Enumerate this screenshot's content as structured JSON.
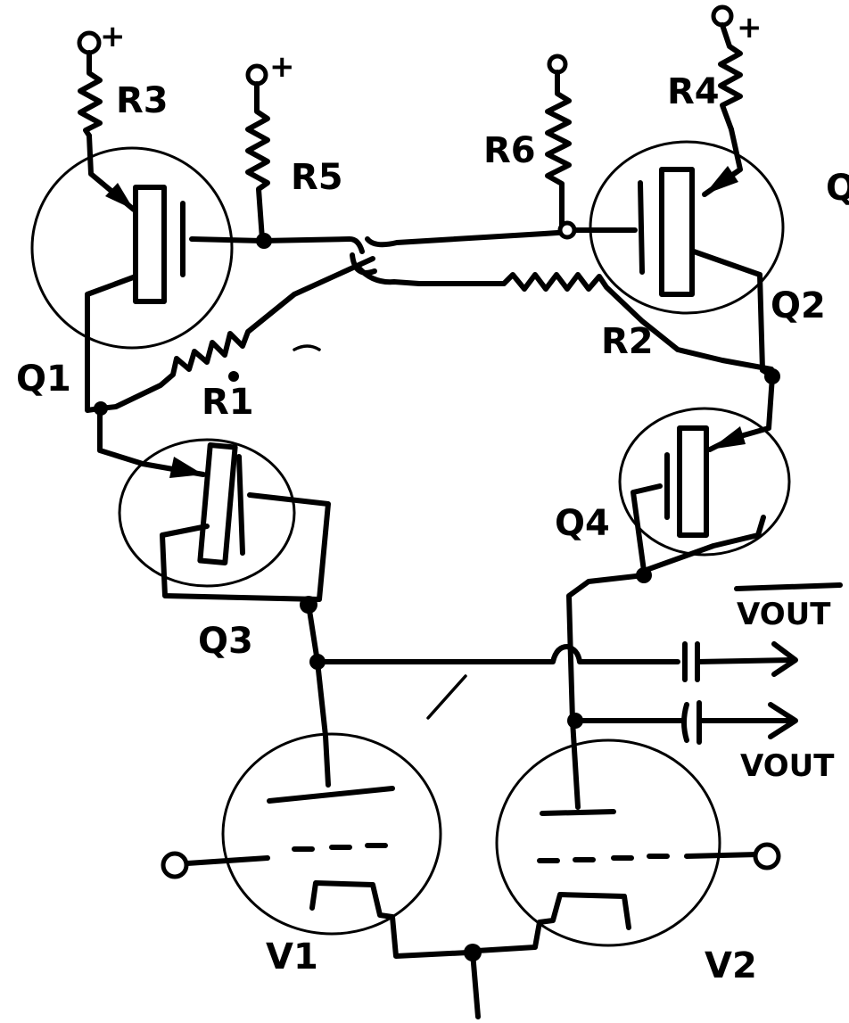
{
  "terminals": {
    "r3_supply": "+",
    "r5_supply": "+",
    "r4_supply": "+"
  },
  "resistors": {
    "r1": "R1",
    "r2": "R2",
    "r3": "R3",
    "r4": "R4",
    "r5": "R5",
    "r6": "R6"
  },
  "devices": {
    "q1": "Q1",
    "q2": "Q2",
    "q3": "Q3",
    "q4": "Q4",
    "v1": "V1",
    "v2": "V2",
    "q_cut": "Q"
  },
  "outputs": {
    "vout_bar": "VOUT",
    "vout": "VOUT"
  }
}
